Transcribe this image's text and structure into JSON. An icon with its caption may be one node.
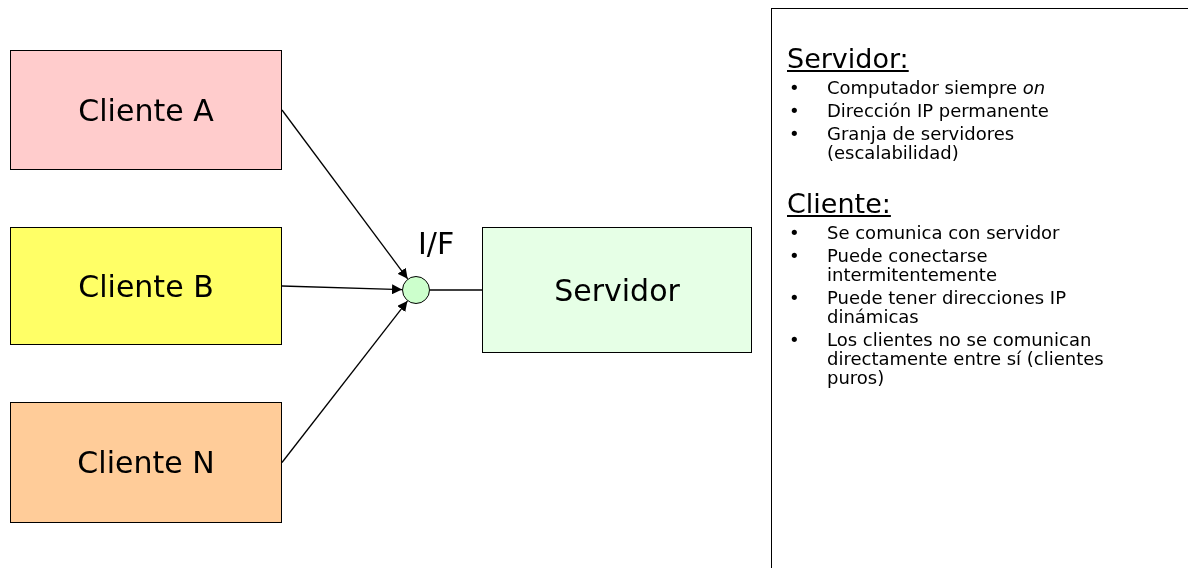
{
  "diagram": {
    "nodes": [
      {
        "text": [
          "Cliente A"
        ]
      },
      {
        "text": [
          "Cliente B"
        ]
      },
      {
        "text": [
          "Cliente N"
        ]
      },
      {
        "text": [],
        "shape": "circle",
        "beside": [
          "I/F"
        ]
      },
      {
        "text": [
          "Servidor"
        ]
      },
      {
        "text": [
          "Servidor:",
          "•",
          "Computador siempre *on*",
          "•",
          "Dirección IP permanente",
          "•",
          "Granja de servidores (escalabilidad)",
          "Cliente:",
          "•",
          "Se comunica con servidor",
          "•",
          "Puede conectarse intermitentemente",
          "•",
          "Puede tener direcciones IP dinámicas",
          "•",
          "Los clientes no se comunican directamente entre sí (clientes puros)"
        ]
      }
    ],
    "edges": [
      {
        "from": 0,
        "to": 3,
        "arrow": "to"
      },
      {
        "from": 1,
        "to": 3,
        "arrow": "to"
      },
      {
        "from": 2,
        "to": 3,
        "arrow": "to"
      },
      {
        "from": 3,
        "to": 4,
        "arrow": "none"
      }
    ]
  }
}
